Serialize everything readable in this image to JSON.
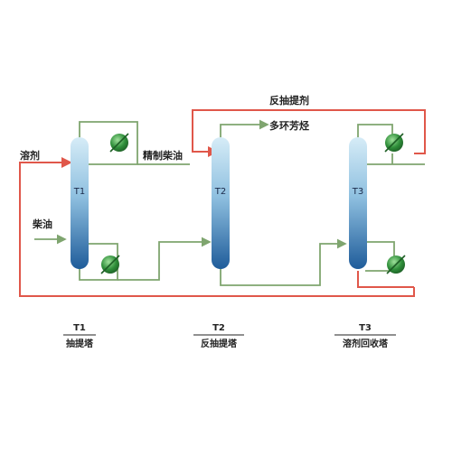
{
  "streams": {
    "solvent": "溶剂",
    "diesel_feed": "柴油",
    "refined_diesel": "精制柴油",
    "back_extractant": "反抽提剂",
    "polyaromatics": "多环芳烃"
  },
  "columns": [
    {
      "tag": "T1",
      "name": "抽提塔"
    },
    {
      "tag": "T2",
      "name": "反抽提塔"
    },
    {
      "tag": "T3",
      "name": "溶剂回收塔"
    }
  ],
  "colors": {
    "solvent_line": "#e0574a",
    "process_line": "#7fa56f",
    "column_top": "#cfe6f3",
    "column_bottom": "#1f5c9a",
    "exchanger": "#2f8f3a"
  }
}
